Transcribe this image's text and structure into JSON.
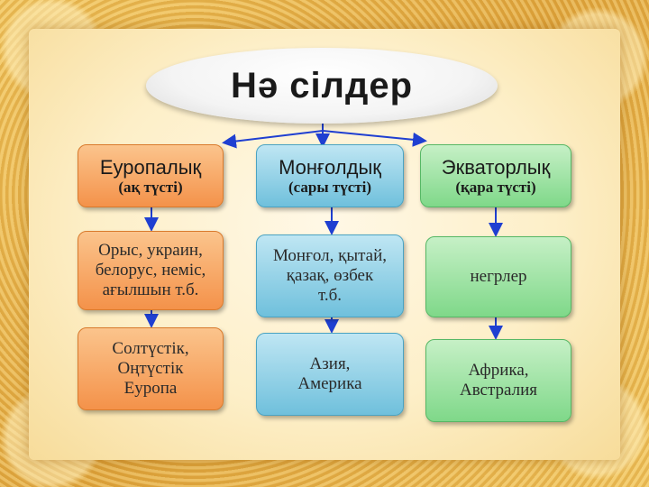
{
  "title": "Нә сілдер",
  "columns": [
    {
      "heading": "Еуропалық",
      "subheading": "(ақ түсті)",
      "peoples": [
        "Орыс, украин,",
        "белорус, неміс,",
        "ағылшын т.б."
      ],
      "regions": [
        "Солтүстік,",
        "Оңтүстік",
        "Еуропа"
      ]
    },
    {
      "heading": "Монғолдық",
      "subheading": "(сары түсті)",
      "peoples": [
        "Монғол, қытай,",
        "қазақ, өзбек",
        "т.б."
      ],
      "regions": [
        "Азия,",
        "Америка"
      ]
    },
    {
      "heading": "Экваторлық",
      "subheading": "(қара түсті)",
      "peoples": [
        "негрлер"
      ],
      "regions": [
        "Африка,",
        "Австралия"
      ]
    }
  ],
  "colors": {
    "european": "#f4924a",
    "mongoloid": "#6fc0dc",
    "equatorial": "#7fd889",
    "arrow": "#1f3fd1"
  }
}
